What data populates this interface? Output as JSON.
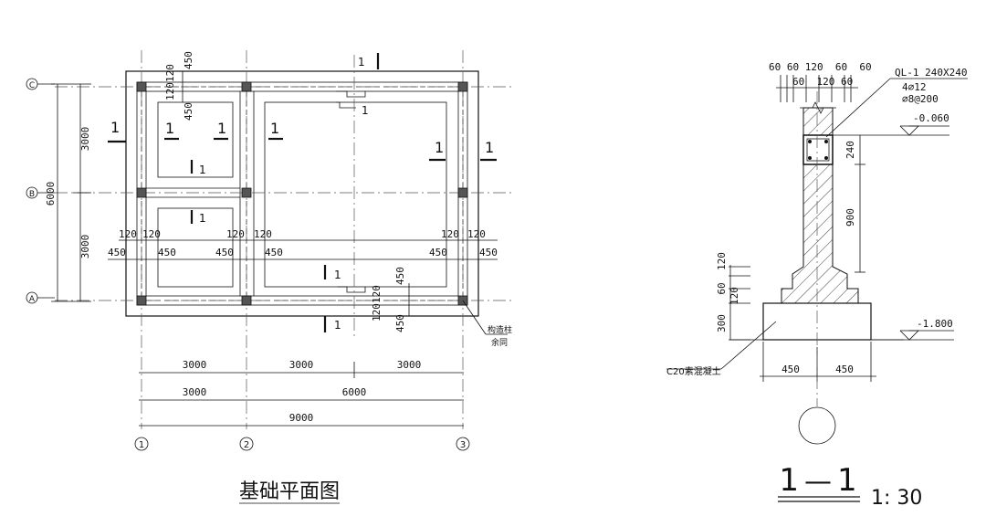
{
  "plan": {
    "title": "基础平面图",
    "axes_rows": [
      "C",
      "B",
      "A"
    ],
    "axes_cols": [
      "1",
      "2",
      "3"
    ],
    "dims_left": [
      "3000",
      "3000",
      "6000"
    ],
    "dims_bottom_row1": [
      "3000",
      "3000",
      "3000"
    ],
    "dims_bottom_row2": [
      "3000",
      "6000"
    ],
    "dims_bottom_total": "9000",
    "dim_120": "120",
    "dim_450": "450",
    "section_mark": "1",
    "column_note_line1": "构造柱",
    "column_note_line2": "余同"
  },
  "section": {
    "title": "1",
    "scale": "1: 30",
    "top_dims": "60 60 120  60  60",
    "top_dims_lower": "60  120 60",
    "beam_label": "QL-1  240X240",
    "rebar_main": "4⌀12",
    "rebar_stirrup": "⌀8@200",
    "elev_top": "-0.060",
    "elev_bottom": "-1.800",
    "dim_240": "240",
    "dim_900": "900",
    "dim_120": "120",
    "dim_60": "60",
    "dim_300": "300",
    "bottom_dims": [
      "450",
      "450"
    ],
    "concrete_note": "C20素混凝土"
  }
}
